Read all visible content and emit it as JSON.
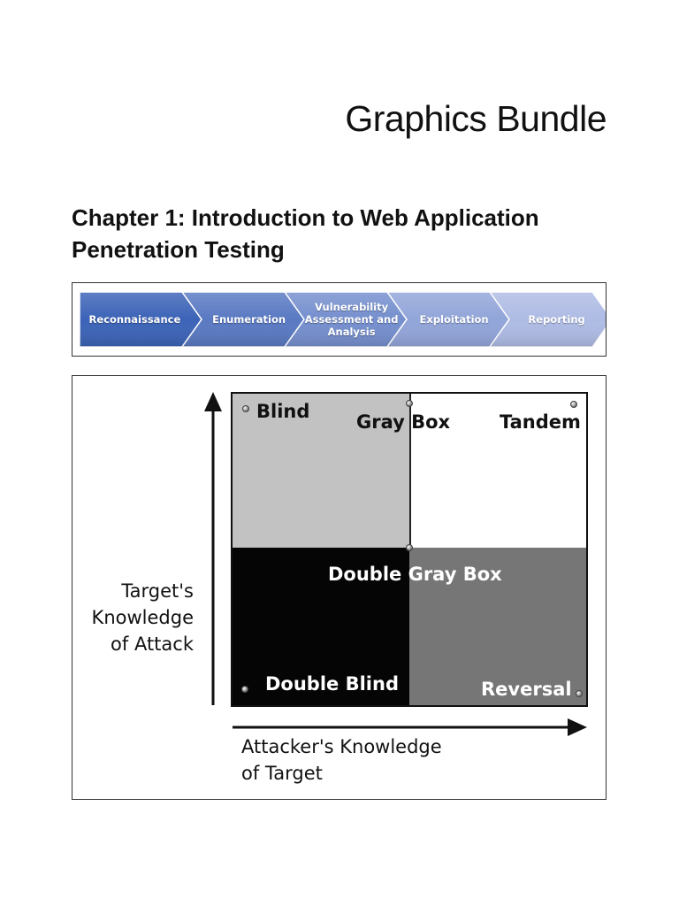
{
  "document": {
    "title": "Graphics Bundle",
    "chapter_heading": "Chapter 1: Introduction to Web Application Penetration Testing"
  },
  "process_diagram": {
    "steps": [
      {
        "label": "Reconnaissance"
      },
      {
        "label": "Enumeration"
      },
      {
        "label": "Vulnerability Assessment and Analysis"
      },
      {
        "label": "Exploitation"
      },
      {
        "label": "Reporting"
      }
    ],
    "colors": {
      "start": "#3c63b7",
      "end": "#aebbe4"
    }
  },
  "knowledge_matrix": {
    "quadrants": {
      "blind": "Blind",
      "gray_box": "Gray Box",
      "tandem": "Tandem",
      "double_gray_box": "Double Gray Box",
      "double_blind": "Double Blind",
      "reversal": "Reversal"
    },
    "colors": {
      "top_left": "#c2c2c2",
      "top_right": "#ffffff",
      "bottom_left": "#050505",
      "bottom_right": "#767676"
    },
    "y_axis_label": [
      "Target's",
      "Knowledge",
      "of Attack"
    ],
    "x_axis_label": [
      "Attacker's Knowledge",
      "of Target"
    ]
  }
}
